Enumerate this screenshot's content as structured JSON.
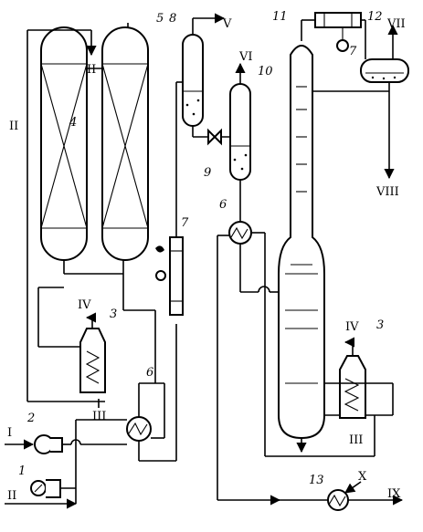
{
  "labels": {
    "reactor_tag": "4",
    "reactor_tag_2": "5",
    "heat_exchanger_tag": "6",
    "heat_exchanger_tag_right": "6",
    "cooler_tag": "7",
    "cooler_tag_top": "7",
    "separator_tag_high": "8",
    "valve_tag": "9",
    "separator_tag_low": "10",
    "column_tag": "11",
    "receiver_tag": "12",
    "pump_tag_13": "13",
    "pump_tag_2": "2",
    "compressor_tag_1": "1",
    "furnace_tag_left": "3",
    "furnace_tag_right": "3"
  },
  "streams": {
    "I": "I",
    "II_top": "II",
    "II_left": "II",
    "II_bottom": "II",
    "III_left": "III",
    "III_right": "III",
    "IV_left": "IV",
    "IV_right": "IV",
    "V": "V",
    "VI": "VI",
    "VII": "VII",
    "VIII": "VIII",
    "IX": "IX",
    "X": "X"
  }
}
